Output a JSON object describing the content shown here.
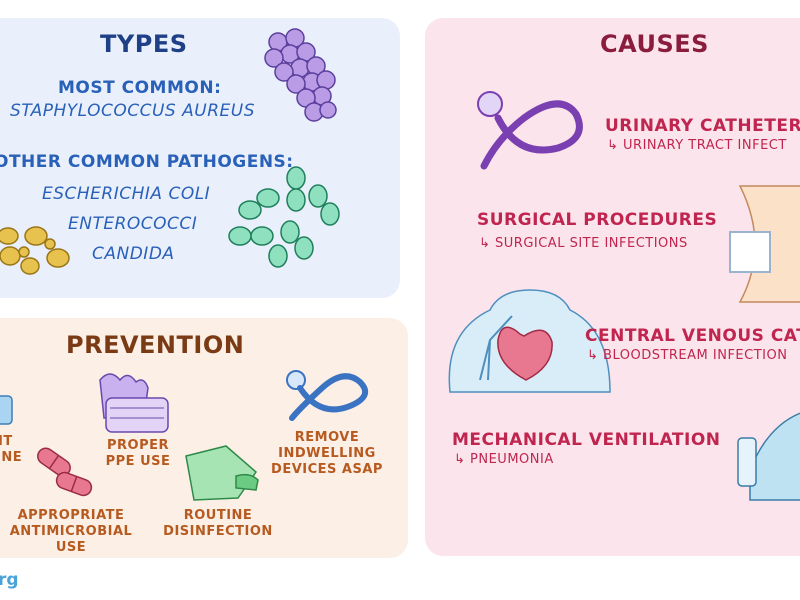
{
  "types": {
    "title": "TYPES",
    "most_common_heading": "MOST COMMON:",
    "most_common": "STAPHYLOCOCCUS AUREUS",
    "other_heading": "OTHER COMMON PATHOGENS:",
    "pathogens": [
      "ESCHERICHIA COLI",
      "ENTEROCOCCI",
      "CANDIDA"
    ]
  },
  "prevention": {
    "title": "PREVENTION",
    "items": [
      {
        "label": "NT\nENE",
        "icon": "face-mask-icon"
      },
      {
        "label": "PROPER\nPPE USE",
        "icon": "gloves-mask-icon"
      },
      {
        "label": "APPROPRIATE\nANTIMICROBIAL USE",
        "icon": "capsule-pills-icon"
      },
      {
        "label": "ROUTINE\nDISINFECTION",
        "icon": "cleaning-cloth-icon"
      },
      {
        "label": "REMOVE\nINDWELLING\nDEVICES ASAP",
        "icon": "catheter-icon"
      }
    ]
  },
  "causes": {
    "title": "CAUSES",
    "items": [
      {
        "name": "URINARY CATHETERS",
        "result": "↳ URINARY TRACT INFECT",
        "icon": "urinary-catheter-icon"
      },
      {
        "name": "SURGICAL PROCEDURES",
        "result": "↳ SURGICAL SITE INFECTIONS",
        "icon": "surgical-dressing-icon"
      },
      {
        "name": "CENTRAL VENOUS CAT",
        "result": "↳ BLOODSTREAM INFECTION",
        "icon": "central-line-heart-icon"
      },
      {
        "name": "MECHANICAL VENTILATION",
        "result": "↳ PNEUMONIA",
        "icon": "ventilator-icon"
      }
    ]
  },
  "footer": {
    "logo": "rg"
  },
  "colors": {
    "types_bg": "#e9f0fb",
    "prevention_bg": "#fbefe6",
    "causes_bg": "#fbe4ec",
    "types_text": "#2a61b8",
    "prevention_text": "#b75a1f",
    "causes_text": "#c0254f"
  }
}
